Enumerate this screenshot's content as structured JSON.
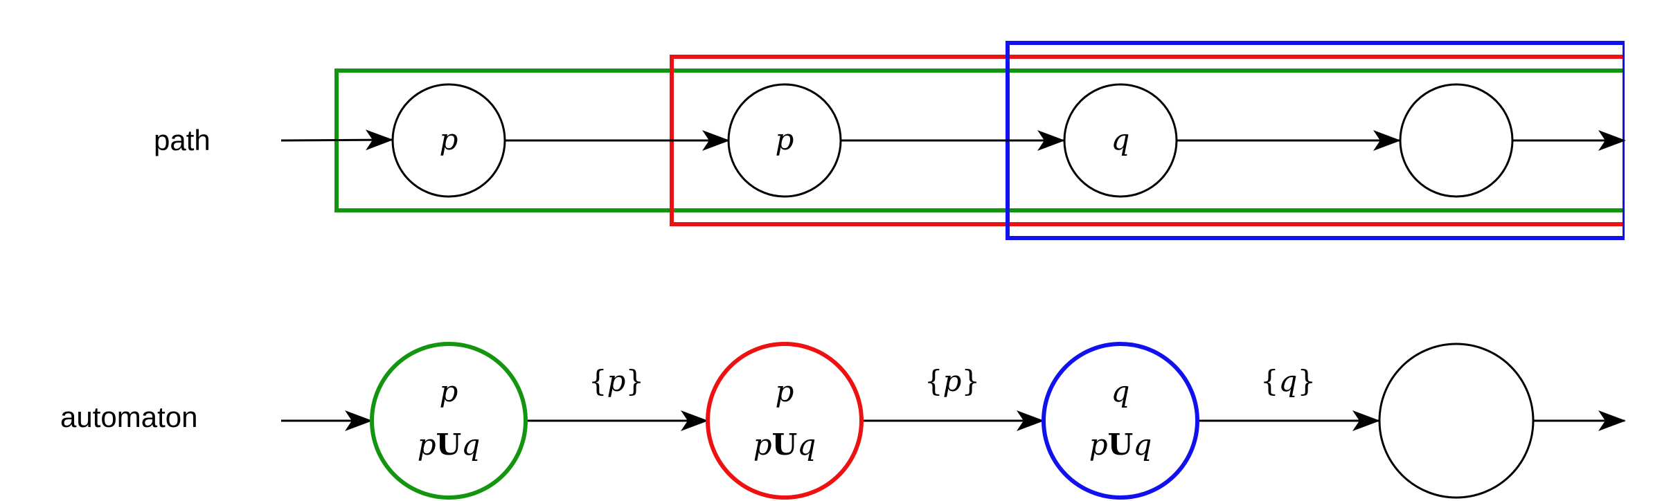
{
  "colors": {
    "green": "#14950f",
    "red": "#ee1111",
    "blue": "#1111ee",
    "black": "#000000"
  },
  "path": {
    "label": "path",
    "states": [
      {
        "prop": "p"
      },
      {
        "prop": "p"
      },
      {
        "prop": "q"
      },
      {
        "prop": ""
      }
    ],
    "windows": [
      {
        "color_key": "green"
      },
      {
        "color_key": "red"
      },
      {
        "color_key": "blue"
      }
    ]
  },
  "automaton": {
    "label": "automaton",
    "states": [
      {
        "prop": "p",
        "formula_left": "p",
        "formula_op": "U",
        "formula_right": "q",
        "color_key": "green"
      },
      {
        "prop": "p",
        "formula_left": "p",
        "formula_op": "U",
        "formula_right": "q",
        "color_key": "red"
      },
      {
        "prop": "q",
        "formula_left": "p",
        "formula_op": "U",
        "formula_right": "q",
        "color_key": "blue"
      },
      {
        "prop": "",
        "formula_left": "",
        "formula_op": "",
        "formula_right": "",
        "color_key": "black"
      }
    ],
    "edge_labels": [
      {
        "open": "{",
        "sym": "p",
        "close": "}"
      },
      {
        "open": "{",
        "sym": "p",
        "close": "}"
      },
      {
        "open": "{",
        "sym": "q",
        "close": "}"
      }
    ]
  }
}
